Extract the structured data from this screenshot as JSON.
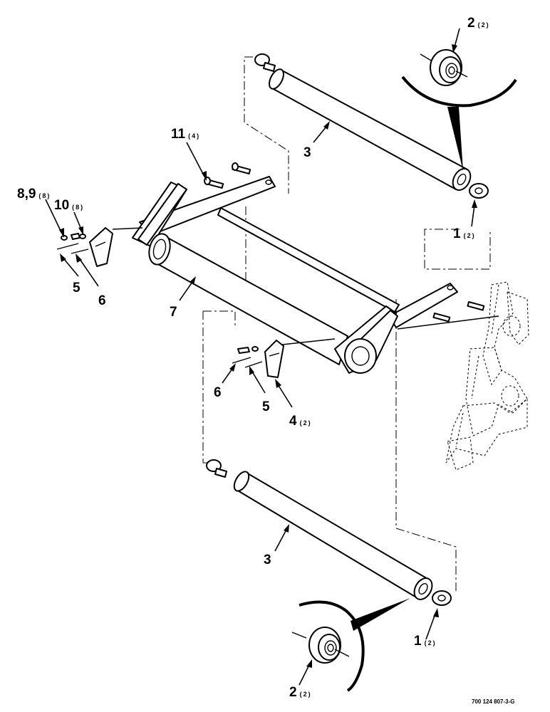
{
  "callouts": {
    "c1_top": {
      "num": "1",
      "qty": "(2)"
    },
    "c1_bottom": {
      "num": "1",
      "qty": "(2)"
    },
    "c2_top": {
      "num": "2",
      "qty": "(2)"
    },
    "c2_bottom": {
      "num": "2",
      "qty": "(2)"
    },
    "c3_top": {
      "num": "3"
    },
    "c3_bottom": {
      "num": "3"
    },
    "c4": {
      "num": "4",
      "qty": "(2)"
    },
    "c5_left": {
      "num": "5"
    },
    "c5_mid": {
      "num": "5"
    },
    "c6_left": {
      "num": "6"
    },
    "c6_mid": {
      "num": "6"
    },
    "c7": {
      "num": "7"
    },
    "c89": {
      "num": "8,9",
      "qty": "(8)"
    },
    "c10": {
      "num": "10",
      "qty": "(8)"
    },
    "c11": {
      "num": "11",
      "qty": "(4)"
    }
  },
  "drawing_number": "700 124 807-3-G"
}
